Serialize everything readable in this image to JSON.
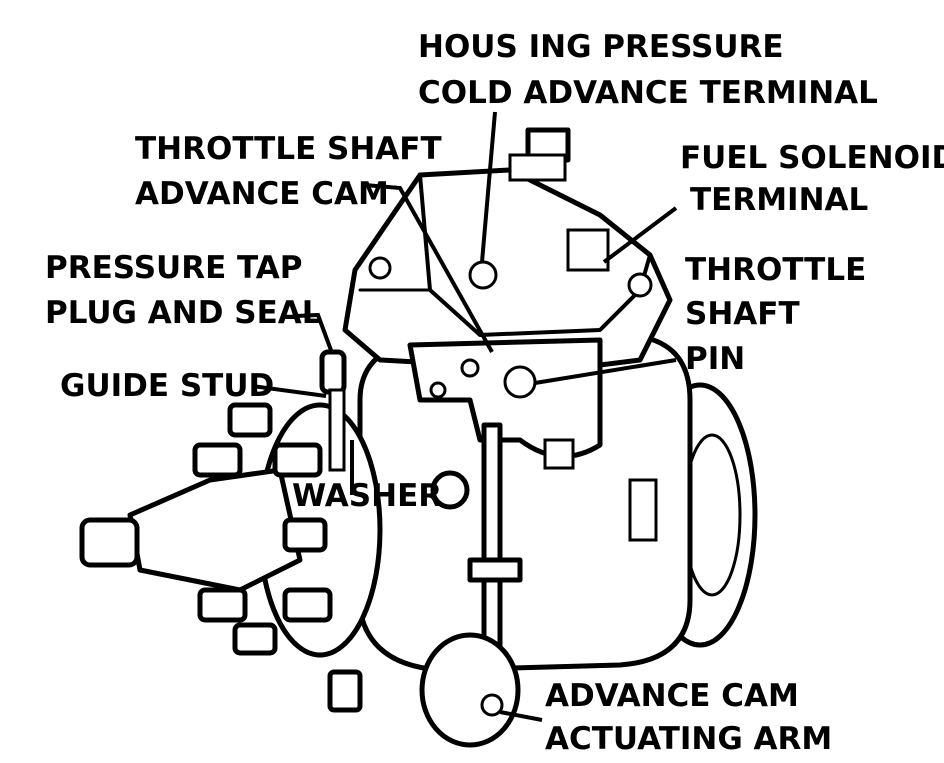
{
  "labels": {
    "housing_pressure": [
      "HOUS ING PRESSURE",
      "COLD ADVANCE TERMINAL"
    ],
    "throttle_shaft_advance_cam": [
      "THROTTLE SHAFT",
      "ADVANCE CAM"
    ],
    "fuel_solenoid_terminal": [
      "FUEL SOLENOID",
      "TERMINAL"
    ],
    "pressure_tap_plug": [
      "PRESSURE TAP",
      "PLUG AND SEAL"
    ],
    "throttle_shaft_pin": [
      "THROTTLE",
      "SHAFT",
      "PIN"
    ],
    "guide_stud": [
      "GUIDE STUD"
    ],
    "washer": [
      "WASHER"
    ],
    "advance_cam_actuating_arm": [
      "ADVANCE CAM",
      "ACTUATING ARM"
    ]
  }
}
